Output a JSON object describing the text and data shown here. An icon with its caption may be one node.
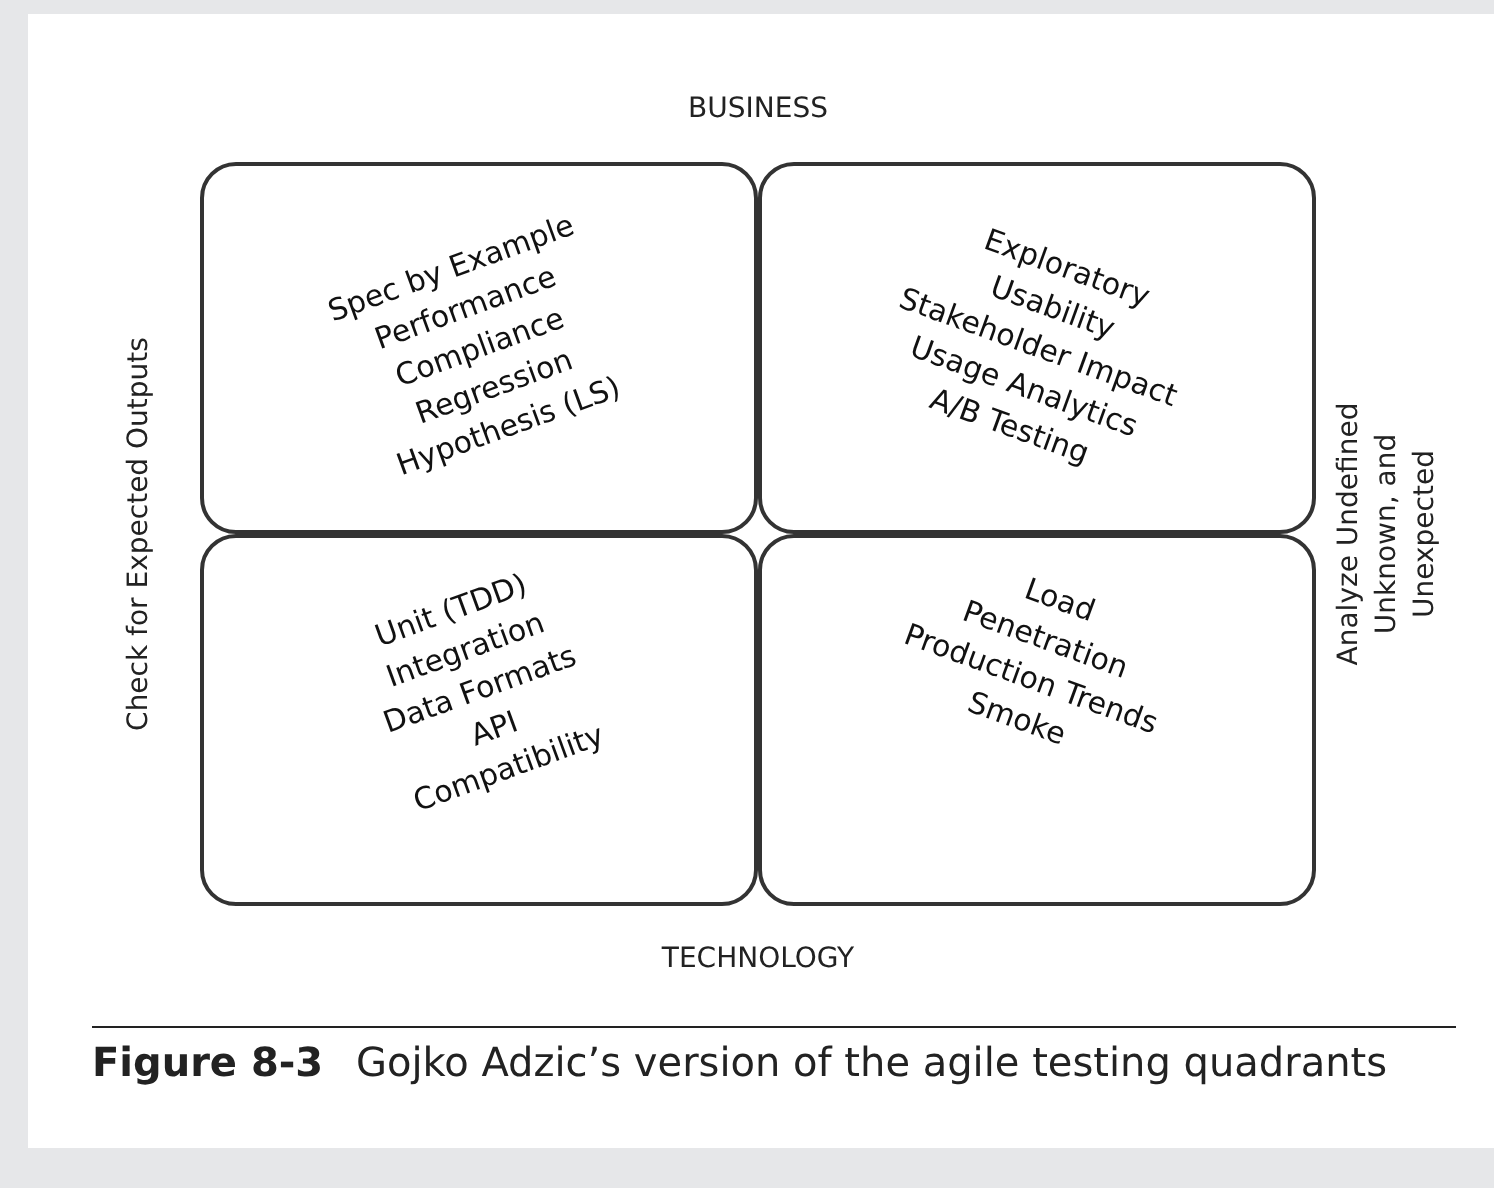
{
  "diagram": {
    "caption": "**Figure 8-3** Gojko Adzic’s version of the agile testing quadrants",
    "nodes": [
      {
        "text": [
          "Spec by Example",
          "Performance",
          "Compliance",
          "Regression",
          "Hypothesis (LS)"
        ]
      },
      {
        "text": [
          "Exploratory",
          "Usability",
          "Stakeholder Impact",
          "Usage Analytics",
          "A/B Testing"
        ]
      },
      {
        "text": [
          "Unit (TDD)",
          "Integration",
          "Data Formats",
          "API",
          "Compatibility"
        ]
      },
      {
        "text": [
          "Load",
          "Penetration",
          "Production Trends",
          "Smoke"
        ]
      }
    ],
    "labels": [
      "BUSINESS",
      "Check for Expected Outputs",
      "Analyze Undefined Unknown, and Unexpected",
      "TECHNOLOGY"
    ]
  }
}
